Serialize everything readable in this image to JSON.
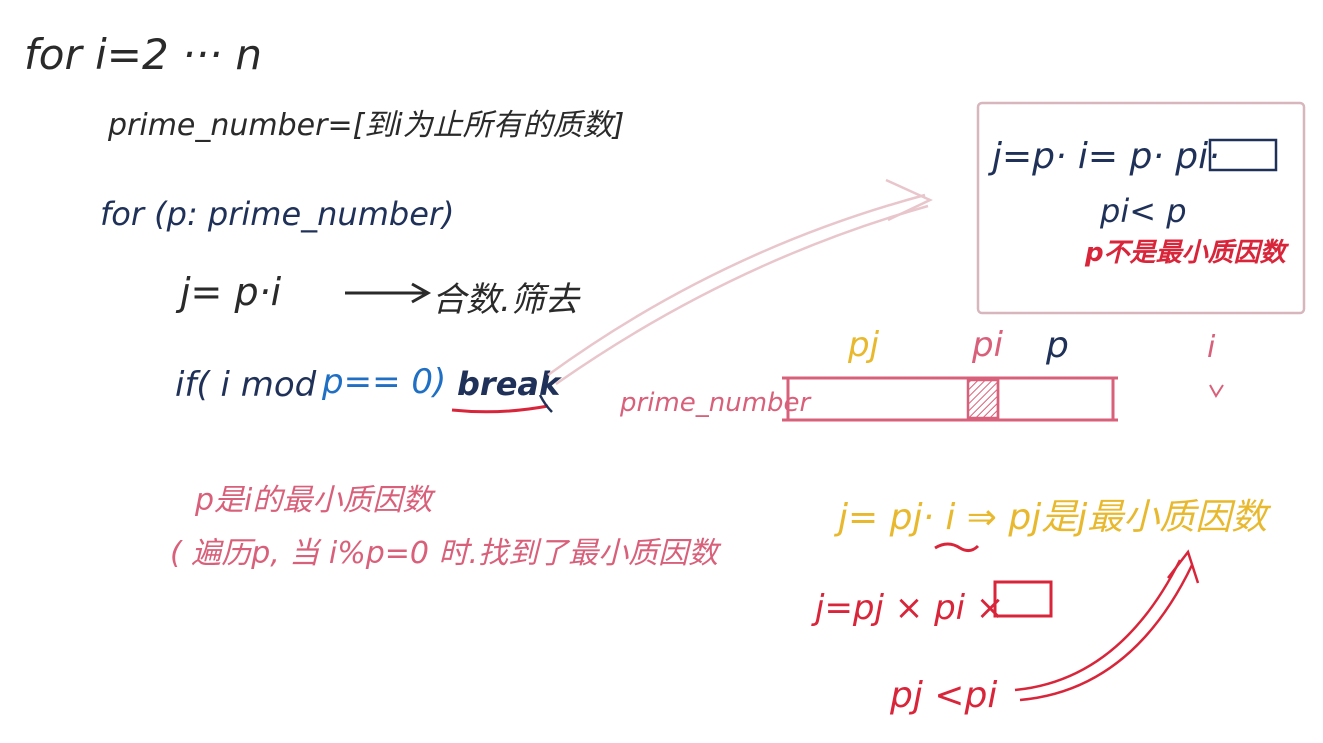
{
  "colors": {
    "black": "#2a2a2a",
    "navy": "#1f3158",
    "blue": "#1f6fc4",
    "pink": "#d9607a",
    "red": "#d9253a",
    "gold": "#e8b92e",
    "box": "#d8b6bd"
  },
  "code": {
    "line1": "for   i=2 ··· n",
    "line2": "prime_number=[到i为止所有的质数]",
    "line3": "for (p: prime_number)",
    "line4_expr": "j= p·i",
    "line4_note": "合数.筛去",
    "line5_if": "if( i mod",
    "line5_cond": "p== 0)",
    "line5_break": "break",
    "note1": "p是i的最小质因数",
    "note2": "( 遍历p, 当 i%p=0 时.找到了最小质因数"
  },
  "box": {
    "line1": "j=p· i= p· pi·",
    "line2": "pi< p",
    "line3": "p不是最小质因数"
  },
  "array": {
    "label": "prime_number",
    "pj": "pj",
    "pi": "pi",
    "p": "p",
    "i": "i"
  },
  "bottom": {
    "line1": "j= pj· i ⇒ pj是j最小质因数",
    "line2": "j=pj × pi ×",
    "line3": "pj <pi"
  }
}
